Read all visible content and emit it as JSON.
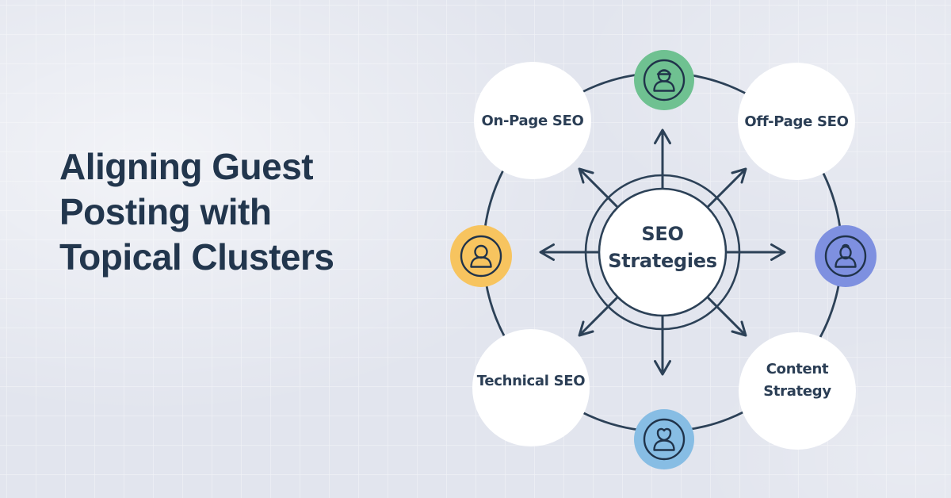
{
  "title": {
    "text": "Aligning Guest Posting with Topical Clusters",
    "lines": [
      "Aligning Guest",
      "Posting with",
      "Topical Clusters"
    ]
  },
  "diagram": {
    "center": {
      "line1": "SEO",
      "line2": "Strategies"
    },
    "nodes": [
      {
        "id": "on-page-seo",
        "label": "On-Page SEO",
        "position": "top-left"
      },
      {
        "id": "off-page-seo",
        "label": "Off-Page SEO",
        "position": "top-right"
      },
      {
        "id": "technical-seo",
        "label": "Technical SEO",
        "position": "bottom-left"
      },
      {
        "id": "content-strategy",
        "label": "Content Strategy",
        "label_lines": [
          "Content",
          "Strategy"
        ],
        "position": "bottom-right"
      }
    ],
    "icons": [
      {
        "id": "person-top",
        "name": "person-with-cap-icon",
        "color": "#6fc191",
        "position": "top"
      },
      {
        "id": "person-left",
        "name": "person-icon",
        "color": "#f7c45f",
        "position": "left"
      },
      {
        "id": "person-right",
        "name": "person-with-bun-icon",
        "color": "#7e90e0",
        "position": "right"
      },
      {
        "id": "person-bottom",
        "name": "person-with-curly-hair-icon",
        "color": "#87bde4",
        "position": "bottom"
      }
    ],
    "arrow_count": 8
  },
  "colors": {
    "background": "#e2e5ee",
    "line": "#2c4157",
    "title_text": "#22364d",
    "label_text": "#2b3e55",
    "node_fill": "#ffffff",
    "green": "#6fc191",
    "yellow": "#f7c45f",
    "periwinkle": "#7e90e0",
    "light_blue": "#87bde4"
  }
}
